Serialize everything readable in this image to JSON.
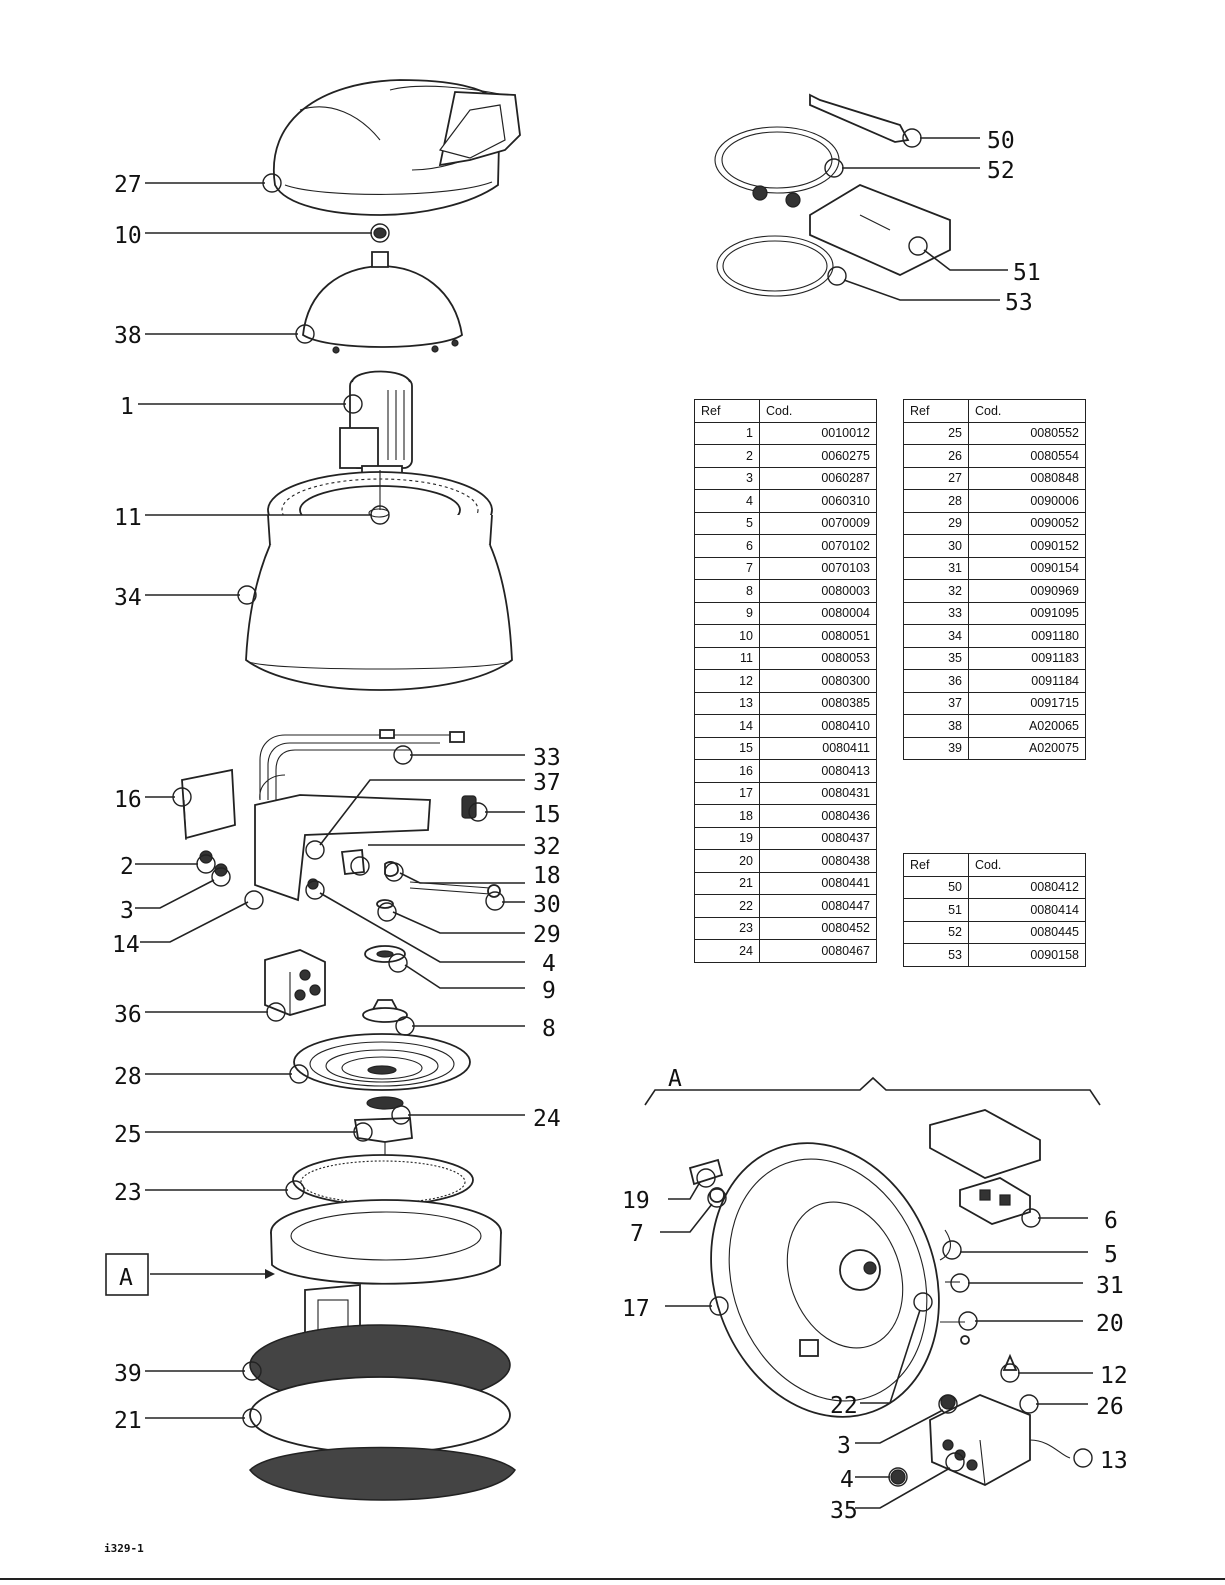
{
  "drawing_id": "i329-1",
  "detail_label": "A",
  "callouts": {
    "c27": "27",
    "c10": "10",
    "c38": "38",
    "c1": "1",
    "c11": "11",
    "c34": "34",
    "c33": "33",
    "c37": "37",
    "c16": "16",
    "c15": "15",
    "c32": "32",
    "c2": "2",
    "c18": "18",
    "c3": "3",
    "c30": "30",
    "c14": "14",
    "c29": "29",
    "c4": "4",
    "c9": "9",
    "c36": "36",
    "c8": "8",
    "c28": "28",
    "c24": "24",
    "c25": "25",
    "c23": "23",
    "c39": "39",
    "c21": "21",
    "c50": "50",
    "c52": "52",
    "c51": "51",
    "c53": "53",
    "d19": "19",
    "d7": "7",
    "d6": "6",
    "d5": "5",
    "d31": "31",
    "d17": "17",
    "d20": "20",
    "d12": "12",
    "d22": "22",
    "d26": "26",
    "d3": "3",
    "d13": "13",
    "d4": "4",
    "d35": "35"
  },
  "tables": [
    {
      "header": {
        "ref": "Ref",
        "cod": "Cod."
      },
      "rows": [
        {
          "ref": "1",
          "cod": "0010012"
        },
        {
          "ref": "2",
          "cod": "0060275"
        },
        {
          "ref": "3",
          "cod": "0060287"
        },
        {
          "ref": "4",
          "cod": "0060310"
        },
        {
          "ref": "5",
          "cod": "0070009"
        },
        {
          "ref": "6",
          "cod": "0070102"
        },
        {
          "ref": "7",
          "cod": "0070103"
        },
        {
          "ref": "8",
          "cod": "0080003"
        },
        {
          "ref": "9",
          "cod": "0080004"
        },
        {
          "ref": "10",
          "cod": "0080051"
        },
        {
          "ref": "11",
          "cod": "0080053"
        },
        {
          "ref": "12",
          "cod": "0080300"
        },
        {
          "ref": "13",
          "cod": "0080385"
        },
        {
          "ref": "14",
          "cod": "0080410"
        },
        {
          "ref": "15",
          "cod": "0080411"
        },
        {
          "ref": "16",
          "cod": "0080413"
        },
        {
          "ref": "17",
          "cod": "0080431"
        },
        {
          "ref": "18",
          "cod": "0080436"
        },
        {
          "ref": "19",
          "cod": "0080437"
        },
        {
          "ref": "20",
          "cod": "0080438"
        },
        {
          "ref": "21",
          "cod": "0080441"
        },
        {
          "ref": "22",
          "cod": "0080447"
        },
        {
          "ref": "23",
          "cod": "0080452"
        },
        {
          "ref": "24",
          "cod": "0080467"
        }
      ]
    },
    {
      "header": {
        "ref": "Ref",
        "cod": "Cod."
      },
      "rows": [
        {
          "ref": "25",
          "cod": "0080552"
        },
        {
          "ref": "26",
          "cod": "0080554"
        },
        {
          "ref": "27",
          "cod": "0080848"
        },
        {
          "ref": "28",
          "cod": "0090006"
        },
        {
          "ref": "29",
          "cod": "0090052"
        },
        {
          "ref": "30",
          "cod": "0090152"
        },
        {
          "ref": "31",
          "cod": "0090154"
        },
        {
          "ref": "32",
          "cod": "0090969"
        },
        {
          "ref": "33",
          "cod": "0091095"
        },
        {
          "ref": "34",
          "cod": "0091180"
        },
        {
          "ref": "35",
          "cod": "0091183"
        },
        {
          "ref": "36",
          "cod": "0091184"
        },
        {
          "ref": "37",
          "cod": "0091715"
        },
        {
          "ref": "38",
          "cod": "A020065"
        },
        {
          "ref": "39",
          "cod": "A020075"
        }
      ]
    },
    {
      "header": {
        "ref": "Ref",
        "cod": "Cod."
      },
      "rows": [
        {
          "ref": "50",
          "cod": "0080412"
        },
        {
          "ref": "51",
          "cod": "0080414"
        },
        {
          "ref": "52",
          "cod": "0080445"
        },
        {
          "ref": "53",
          "cod": "0090158"
        }
      ]
    }
  ]
}
